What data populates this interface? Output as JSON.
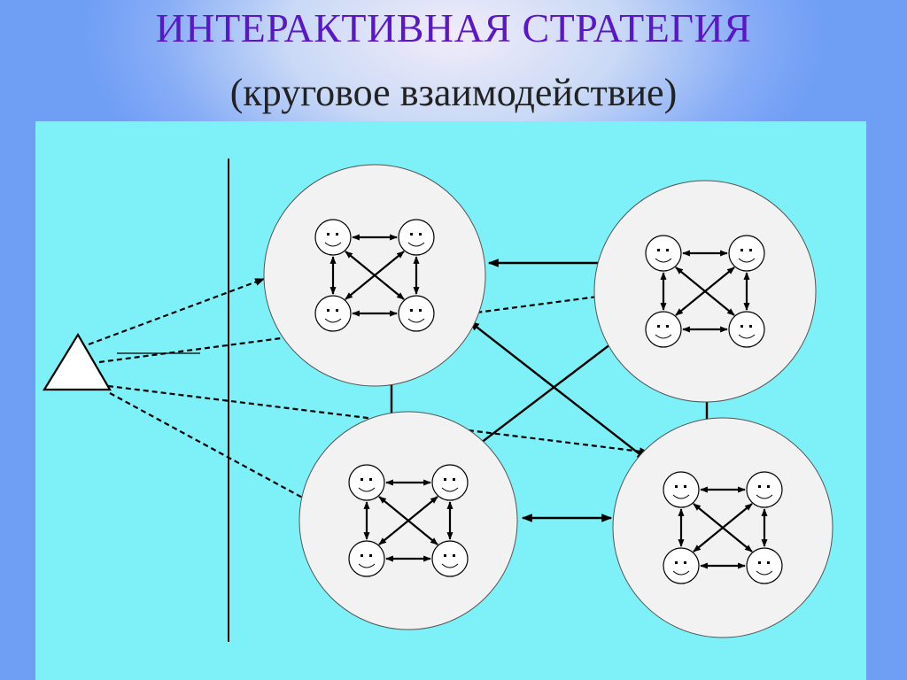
{
  "slide": {
    "title": "ИНТЕРАКТИВНАЯ СТРАТЕГИЯ",
    "subtitle": "(круговое взаимодействие)"
  },
  "colors": {
    "title": "#5a17c9",
    "panel_background": "#7df1f7",
    "group_fill": "#f2f2f2",
    "stroke": "#000000"
  },
  "diagram": {
    "teacher_icon": "triangle",
    "participant_icon": "smiley-face",
    "groups": [
      {
        "id": "group-top-left",
        "members": 4
      },
      {
        "id": "group-top-right",
        "members": 4
      },
      {
        "id": "group-bottom-left",
        "members": 4
      },
      {
        "id": "group-bottom-right",
        "members": 4
      }
    ]
  }
}
